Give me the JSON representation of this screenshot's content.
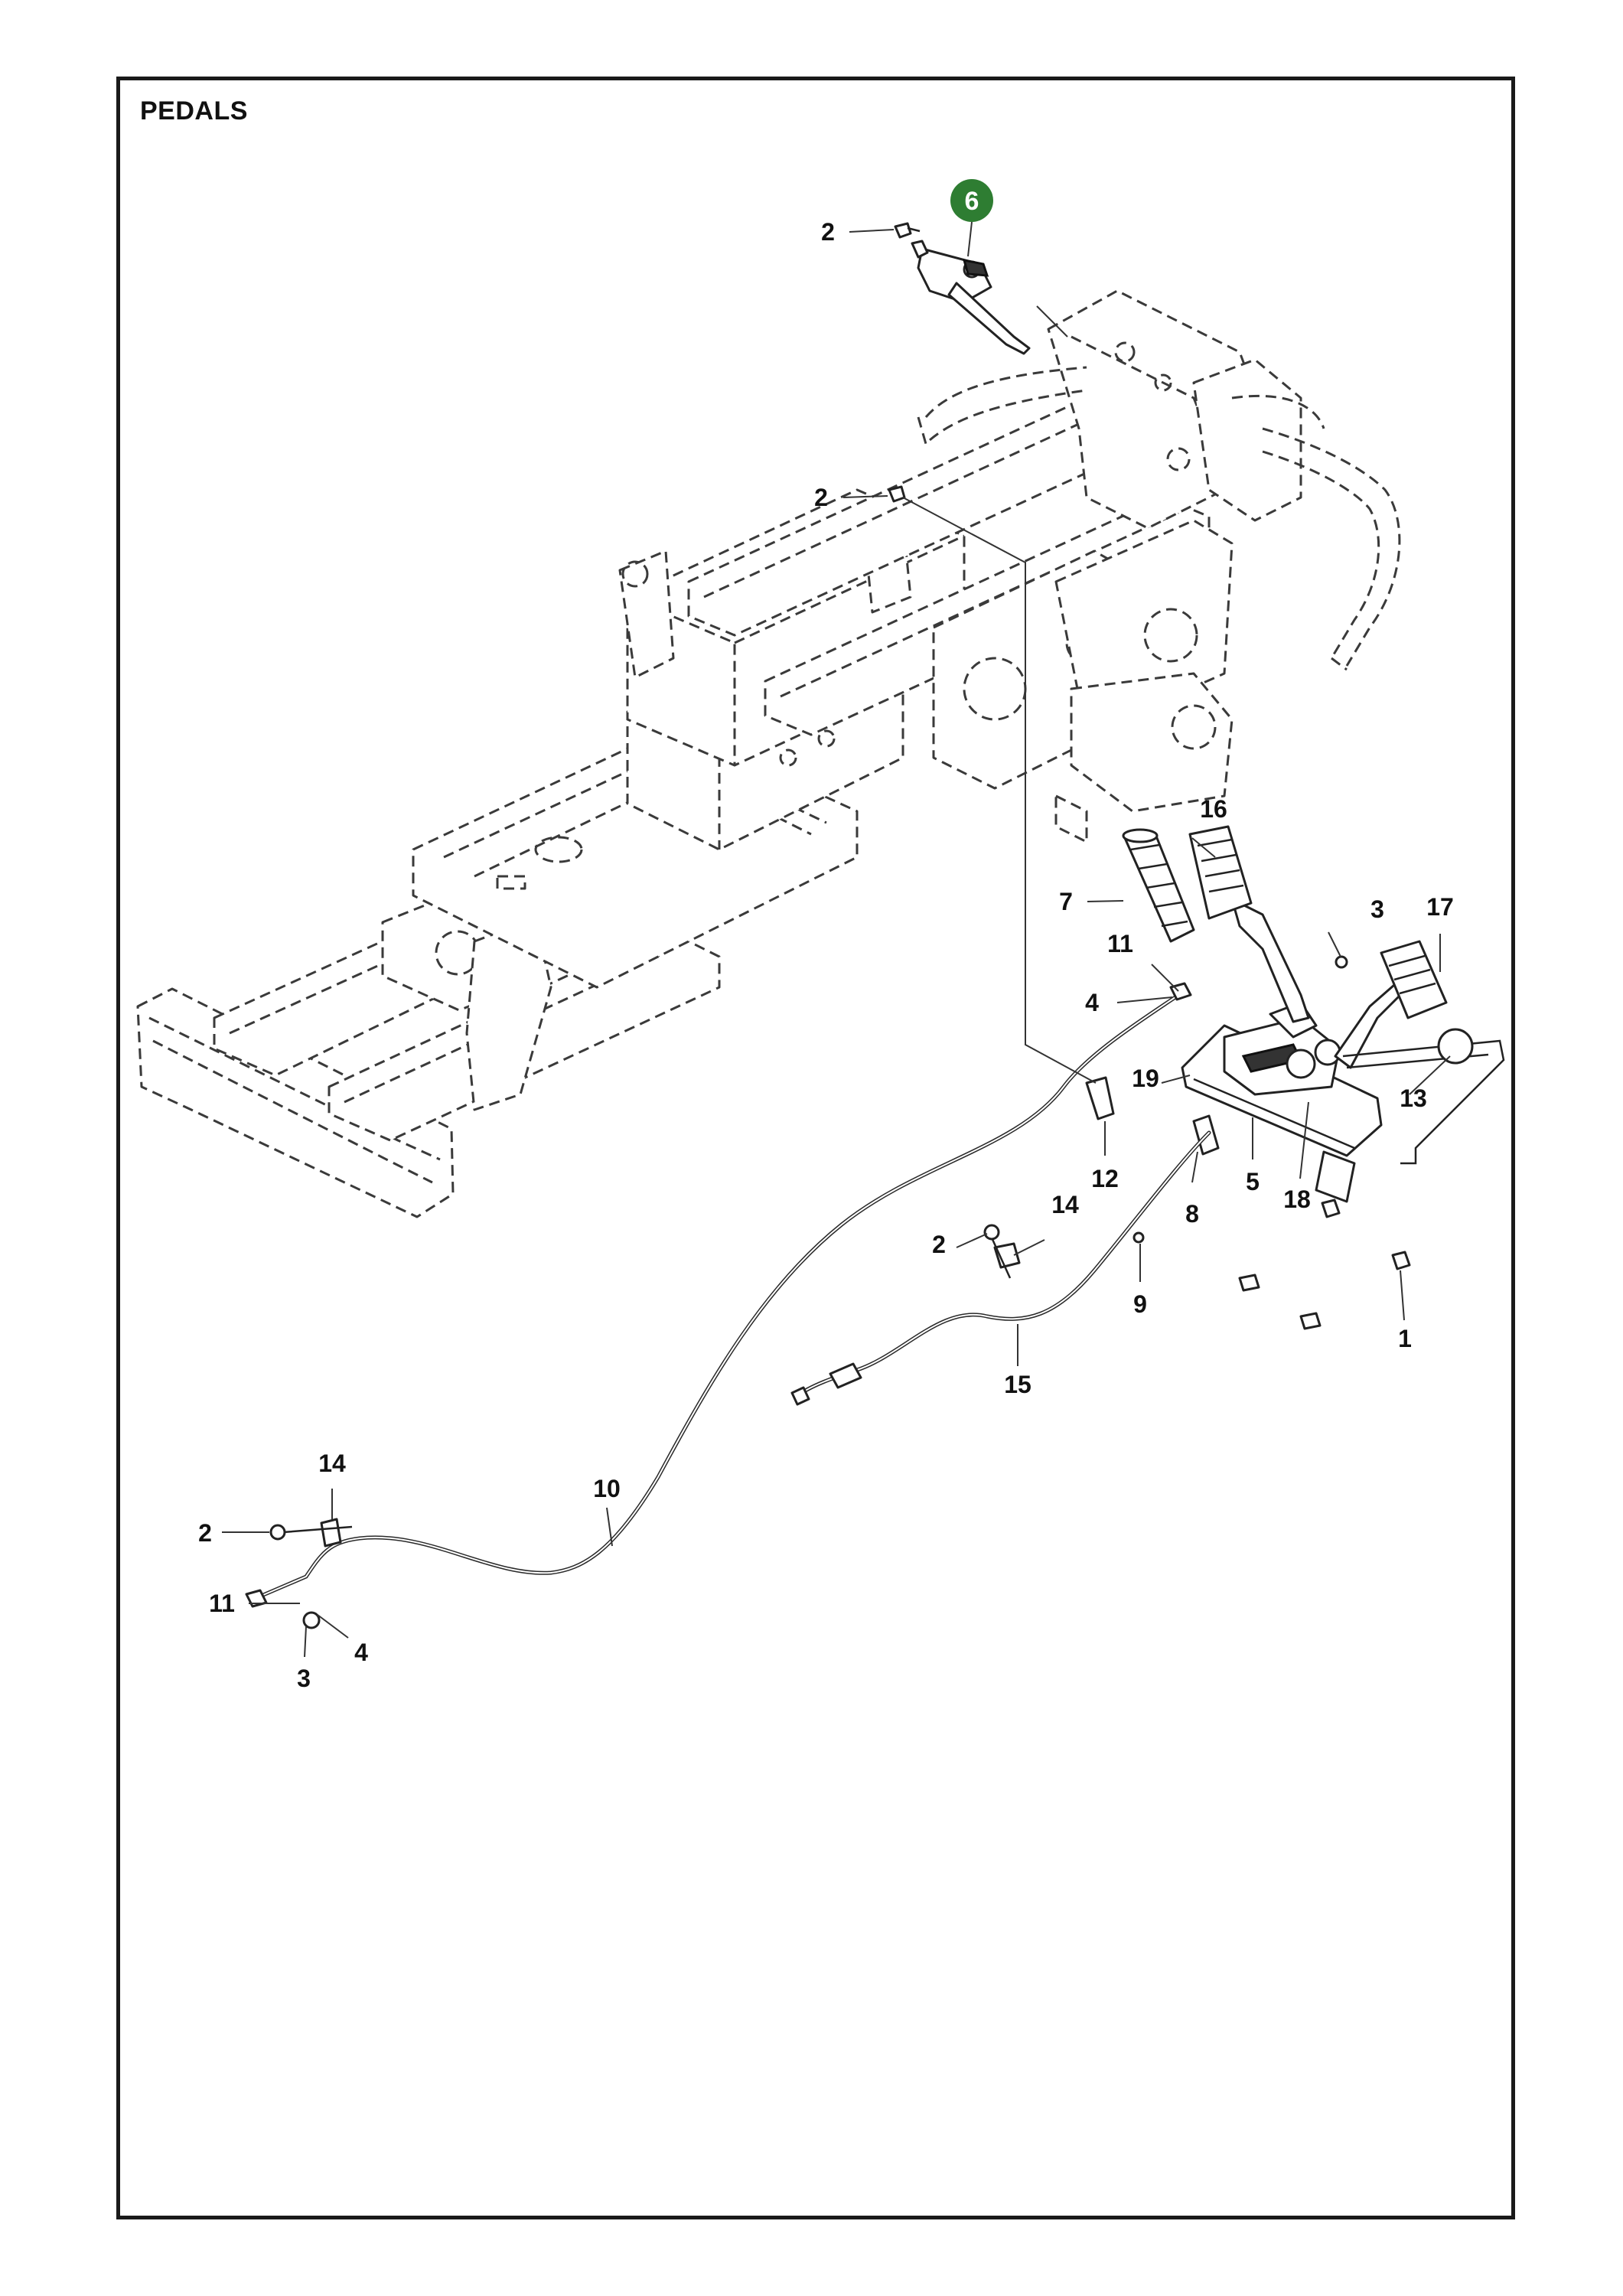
{
  "title": "PEDALS",
  "highlight": {
    "label": "6",
    "color": "#2e7d32"
  },
  "callouts": [
    {
      "id": "c-2a",
      "label": "2"
    },
    {
      "id": "c-2b",
      "label": "2"
    },
    {
      "id": "c-16",
      "label": "16"
    },
    {
      "id": "c-7",
      "label": "7"
    },
    {
      "id": "c-3a",
      "label": "3"
    },
    {
      "id": "c-17",
      "label": "17"
    },
    {
      "id": "c-11a",
      "label": "11"
    },
    {
      "id": "c-4a",
      "label": "4"
    },
    {
      "id": "c-19",
      "label": "19"
    },
    {
      "id": "c-13",
      "label": "13"
    },
    {
      "id": "c-12",
      "label": "12"
    },
    {
      "id": "c-5",
      "label": "5"
    },
    {
      "id": "c-18",
      "label": "18"
    },
    {
      "id": "c-8",
      "label": "8"
    },
    {
      "id": "c-14a",
      "label": "14"
    },
    {
      "id": "c-2c",
      "label": "2"
    },
    {
      "id": "c-9",
      "label": "9"
    },
    {
      "id": "c-1",
      "label": "1"
    },
    {
      "id": "c-15",
      "label": "15"
    },
    {
      "id": "c-14b",
      "label": "14"
    },
    {
      "id": "c-10",
      "label": "10"
    },
    {
      "id": "c-2d",
      "label": "2"
    },
    {
      "id": "c-11b",
      "label": "11"
    },
    {
      "id": "c-4b",
      "label": "4"
    },
    {
      "id": "c-3b",
      "label": "3"
    }
  ]
}
